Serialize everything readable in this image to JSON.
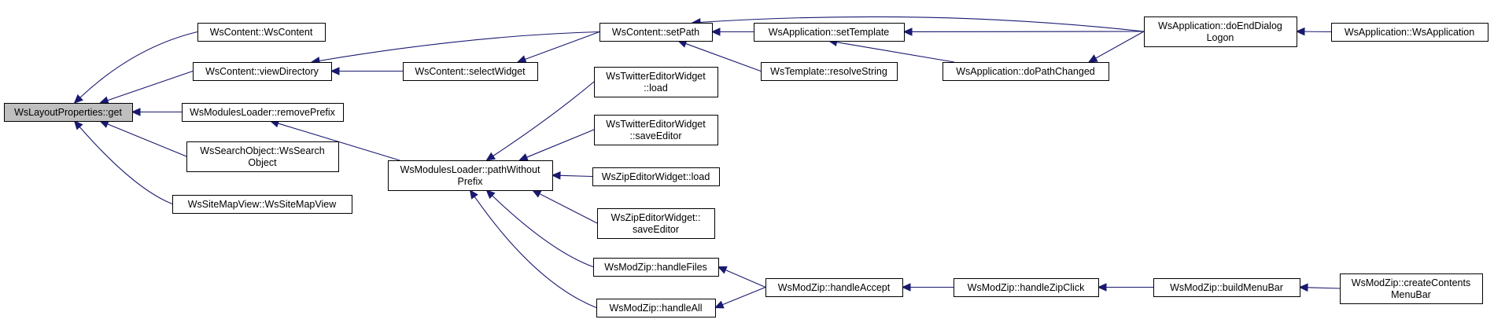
{
  "graph": {
    "edge_color": "#191970",
    "root_fill": "#bfbfbf",
    "nodes": {
      "root": {
        "lines": [
          "WsLayoutProperties::get"
        ]
      },
      "wscontent_ctor": {
        "lines": [
          "WsContent::WsContent"
        ]
      },
      "viewdirectory": {
        "lines": [
          "WsContent::viewDirectory"
        ]
      },
      "removeprefix": {
        "lines": [
          "WsModulesLoader::removePrefix"
        ]
      },
      "searchobject": {
        "lines": [
          "WsSearchObject::WsSearch",
          "Object"
        ]
      },
      "sitemapview": {
        "lines": [
          "WsSiteMapView::WsSiteMapView"
        ]
      },
      "selectwidget": {
        "lines": [
          "WsContent::selectWidget"
        ]
      },
      "pathwithout": {
        "lines": [
          "WsModulesLoader::pathWithout",
          "Prefix"
        ]
      },
      "setpath": {
        "lines": [
          "WsContent::setPath"
        ]
      },
      "twitter_load": {
        "lines": [
          "WsTwitterEditorWidget",
          "::load"
        ]
      },
      "twitter_save": {
        "lines": [
          "WsTwitterEditorWidget",
          "::saveEditor"
        ]
      },
      "zip_load": {
        "lines": [
          "WsZipEditorWidget::load"
        ]
      },
      "zip_save": {
        "lines": [
          "WsZipEditorWidget::",
          "saveEditor"
        ]
      },
      "handlefiles": {
        "lines": [
          "WsModZip::handleFiles"
        ]
      },
      "handleall": {
        "lines": [
          "WsModZip::handleAll"
        ]
      },
      "settemplate": {
        "lines": [
          "WsApplication::setTemplate"
        ]
      },
      "resolvestring": {
        "lines": [
          "WsTemplate::resolveString"
        ]
      },
      "handleaccept": {
        "lines": [
          "WsModZip::handleAccept"
        ]
      },
      "dopathchanged": {
        "lines": [
          "WsApplication::doPathChanged"
        ]
      },
      "doenddialog": {
        "lines": [
          "WsApplication::doEndDialog",
          "Logon"
        ]
      },
      "handlezipclick": {
        "lines": [
          "WsModZip::handleZipClick"
        ]
      },
      "buildmenubar": {
        "lines": [
          "WsModZip::buildMenuBar"
        ]
      },
      "wsapplication_ctor": {
        "lines": [
          "WsApplication::WsApplication"
        ]
      },
      "createcontents": {
        "lines": [
          "WsModZip::createContents",
          "MenuBar"
        ]
      }
    },
    "edges": [
      {
        "from": "wscontent_ctor",
        "to": "root"
      },
      {
        "from": "viewdirectory",
        "to": "root"
      },
      {
        "from": "removeprefix",
        "to": "root"
      },
      {
        "from": "searchobject",
        "to": "root"
      },
      {
        "from": "sitemapview",
        "to": "root"
      },
      {
        "from": "selectwidget",
        "to": "viewdirectory"
      },
      {
        "from": "setpath",
        "to": "viewdirectory"
      },
      {
        "from": "pathwithout",
        "to": "removeprefix"
      },
      {
        "from": "setpath",
        "to": "selectwidget"
      },
      {
        "from": "twitter_load",
        "to": "pathwithout"
      },
      {
        "from": "twitter_save",
        "to": "pathwithout"
      },
      {
        "from": "zip_load",
        "to": "pathwithout"
      },
      {
        "from": "zip_save",
        "to": "pathwithout"
      },
      {
        "from": "handlefiles",
        "to": "pathwithout"
      },
      {
        "from": "handleall",
        "to": "pathwithout"
      },
      {
        "from": "settemplate",
        "to": "setpath"
      },
      {
        "from": "resolvestring",
        "to": "setpath"
      },
      {
        "from": "doenddialog",
        "to": "setpath"
      },
      {
        "from": "doenddialog",
        "to": "settemplate"
      },
      {
        "from": "dopathchanged",
        "to": "settemplate"
      },
      {
        "from": "doenddialog",
        "to": "dopathchanged"
      },
      {
        "from": "handleaccept",
        "to": "handlefiles"
      },
      {
        "from": "handleaccept",
        "to": "handleall"
      },
      {
        "from": "handlezipclick",
        "to": "handleaccept"
      },
      {
        "from": "buildmenubar",
        "to": "handlezipclick"
      },
      {
        "from": "createcontents",
        "to": "buildmenubar"
      },
      {
        "from": "wsapplication_ctor",
        "to": "doenddialog"
      }
    ]
  }
}
